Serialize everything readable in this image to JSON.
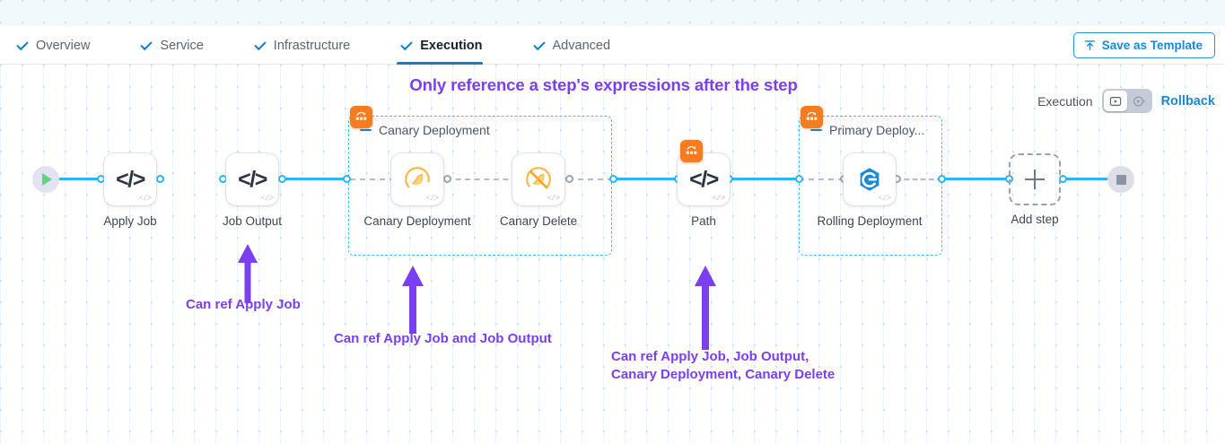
{
  "tabs": [
    {
      "label": "Overview",
      "active": false,
      "check": true
    },
    {
      "label": "Service",
      "active": false,
      "check": true
    },
    {
      "label": "Infrastructure",
      "active": false,
      "check": true
    },
    {
      "label": "Execution",
      "active": true,
      "check": true
    },
    {
      "label": "Advanced",
      "active": false,
      "check": true
    }
  ],
  "toolbar": {
    "save_template_label": "Save as Template",
    "save_template_icon": "upload-icon"
  },
  "headline": "Only reference a step's expressions after the step",
  "exec_toggle": {
    "left_label": "Execution",
    "right_label": "Rollback",
    "left_icon": "play-in-box-icon",
    "right_icon": "play-circle-icon",
    "selected": "execution"
  },
  "flow": {
    "start_icon": "play-icon",
    "end_icon": "stop-icon",
    "nodes": [
      {
        "id": "apply-job",
        "label": "Apply Job",
        "icon": "code-icon",
        "badge": null,
        "corner": "</>"
      },
      {
        "id": "job-output",
        "label": "Job Output",
        "icon": "code-icon",
        "badge": null,
        "corner": "</>"
      },
      {
        "id": "canary-deployment",
        "label": "Canary\nDeployment",
        "icon": "canary-icon",
        "badge": null,
        "corner": "</>"
      },
      {
        "id": "canary-delete",
        "label": "Canary Delete",
        "icon": "canary-delete-icon",
        "badge": null,
        "corner": "</>"
      },
      {
        "id": "path",
        "label": "Path",
        "icon": "code-icon",
        "badge": "step-group-icon",
        "corner": "</>"
      },
      {
        "id": "rolling-deployment",
        "label": "Rolling\nDeployment",
        "icon": "rolling-deployment-icon",
        "badge": null,
        "corner": "</>"
      }
    ],
    "groups": [
      {
        "id": "canary-group",
        "label": "Canary Deployment",
        "badge": "step-group-icon"
      },
      {
        "id": "primary-group",
        "label": "Primary Deploy...",
        "badge": "step-group-icon"
      }
    ],
    "add_step": {
      "label": "Add step",
      "icon": "plus-icon"
    }
  },
  "annotations": [
    {
      "id": "ann-apply-job",
      "text": "Can ref Apply Job"
    },
    {
      "id": "ann-canary",
      "text": "Can ref Apply Job and Job Output"
    },
    {
      "id": "ann-path",
      "text": "Can ref Apply Job, Job Output,\nCanary Deployment, Canary Delete"
    }
  ],
  "colors": {
    "accent_blue": "#1b87d1",
    "edge_blue": "#29b6f6",
    "group_border": "#35c4f0",
    "annotation_purple": "#7b3ff2",
    "badge_orange": "#f57c20"
  }
}
